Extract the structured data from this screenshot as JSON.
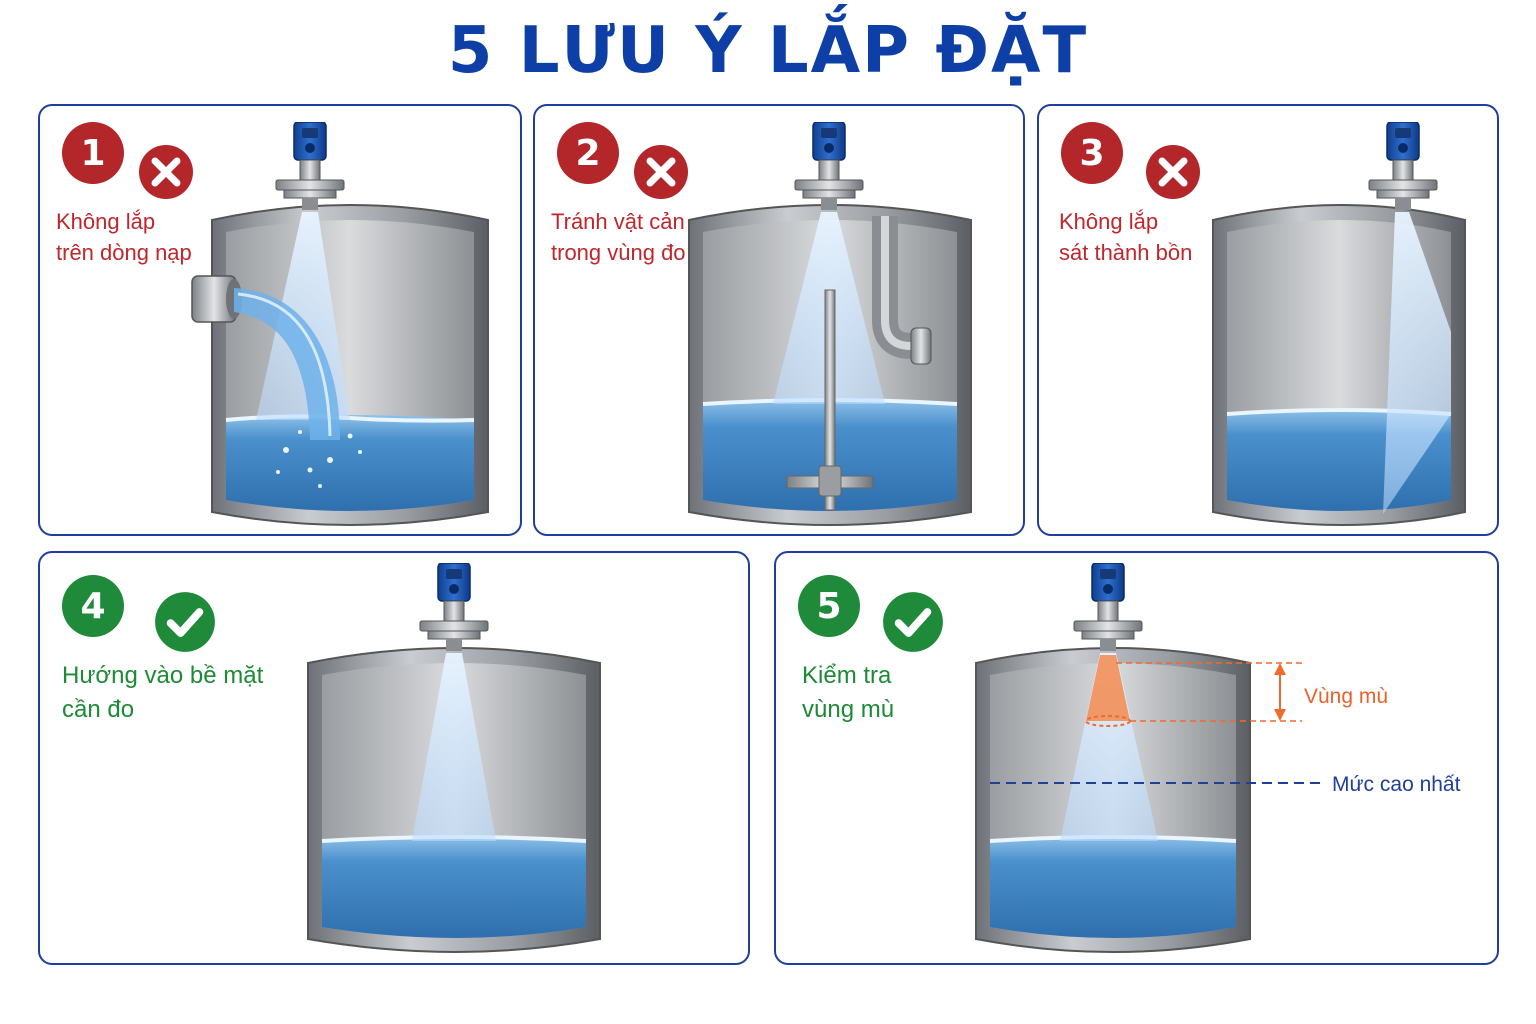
{
  "title": "5 LƯU Ý LẮP ĐẶT",
  "colors": {
    "title": "#0d3fa6",
    "bad": "#b3262a",
    "good": "#1e8a3a",
    "water": "#3a84c5",
    "beam": "#cfe6ff",
    "blind": "#f06a2c",
    "max_level": "#1f3f9a"
  },
  "panels": [
    {
      "number": "1",
      "status": "wrong",
      "status_icon": "x-icon",
      "line1": "Không lắp",
      "line2": "trên dòng nạp"
    },
    {
      "number": "2",
      "status": "wrong",
      "status_icon": "x-icon",
      "line1": "Tránh vật cản",
      "line2": "trong vùng đo"
    },
    {
      "number": "3",
      "status": "wrong",
      "status_icon": "x-icon",
      "line1": "Không lắp",
      "line2": "sát thành bồn"
    },
    {
      "number": "4",
      "status": "correct",
      "status_icon": "check-icon",
      "line1": "Hướng vào bề mặt",
      "line2": "cần đo"
    },
    {
      "number": "5",
      "status": "correct",
      "status_icon": "check-icon",
      "line1": "Kiểm tra",
      "line2": "vùng mù"
    }
  ],
  "annotations": {
    "blind_zone": "Vùng mù",
    "max_level": "Mức cao nhất"
  }
}
